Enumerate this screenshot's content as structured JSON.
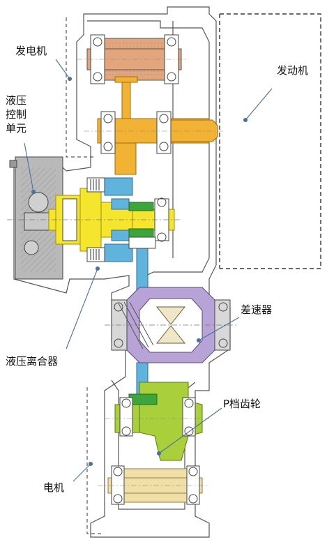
{
  "labels": {
    "generator": "发电机",
    "engine": "发动机",
    "hydraulic_control_unit": [
      "液压",
      "控制",
      "单元"
    ],
    "differential": "差速器",
    "hydraulic_clutch": "液压离合器",
    "p_gear": "P档齿轮",
    "motor": "电机"
  },
  "colors": {
    "generator_gear": "#e3a57c",
    "engine_input": "#f2b233",
    "clutch_shaft": "#f5e52c",
    "clutch_blue": "#5fb3dd",
    "differential": "#b7a3d6",
    "p_gear": "#a9cf3a",
    "motor_rotor": "#f0dfa6",
    "housing": "#9a9a9a",
    "leader": "#4a6fa5"
  }
}
